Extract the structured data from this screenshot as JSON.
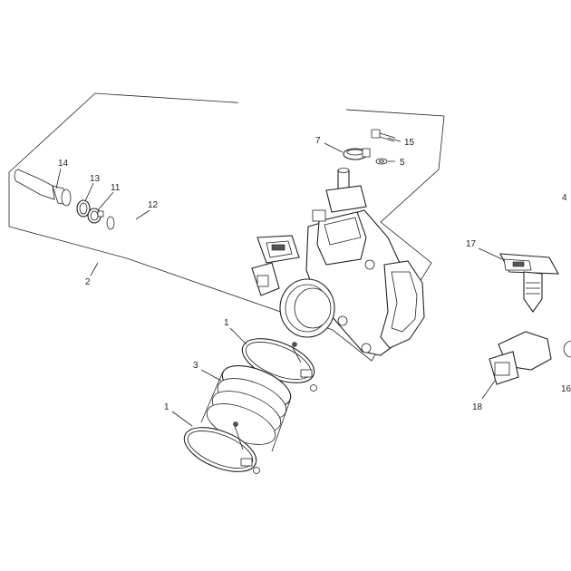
{
  "callouts": {
    "c1a": "1",
    "c1b": "1",
    "c2": "2",
    "c3": "3",
    "c4": "4",
    "c5": "5",
    "c7": "7",
    "c11": "11",
    "c12": "12",
    "c13": "13",
    "c14": "14",
    "c15": "15",
    "c16": "16",
    "c17": "17",
    "c18": "18"
  },
  "colors": {
    "line": "#222222",
    "background": "#ffffff",
    "shade": "#d9d9d9"
  }
}
